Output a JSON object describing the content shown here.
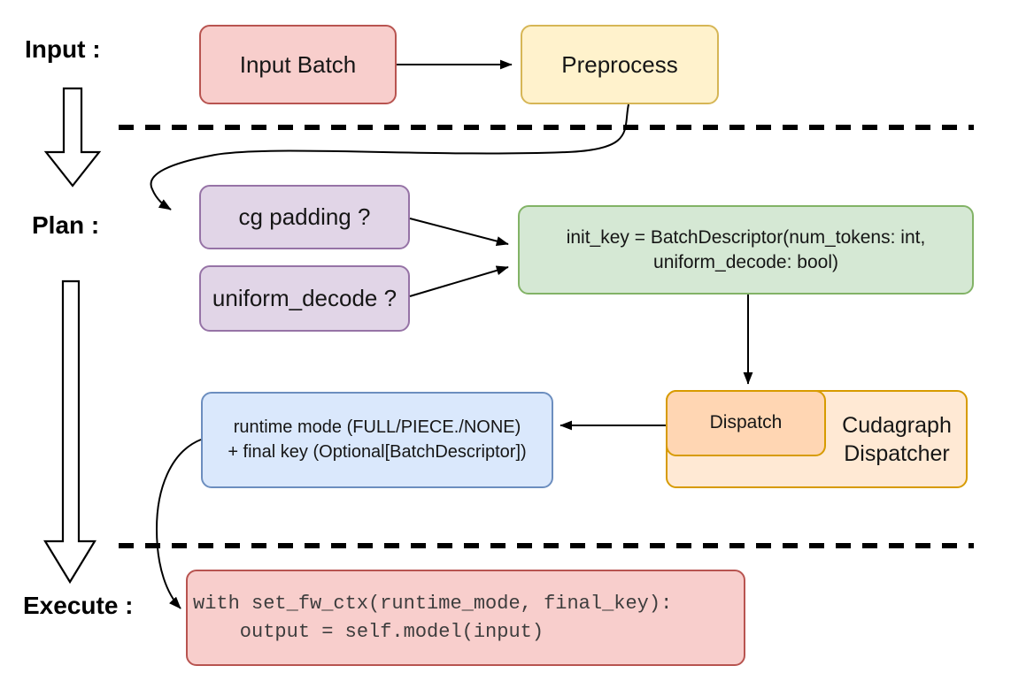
{
  "stage_labels": {
    "input": "Input :",
    "plan": "Plan :",
    "execute": "Execute :"
  },
  "nodes": {
    "input_batch": {
      "label": "Input Batch",
      "fill": "#f8cecc",
      "stroke": "#b85450"
    },
    "preprocess": {
      "label": "Preprocess",
      "fill": "#fff2cc",
      "stroke": "#d6b656"
    },
    "cg_padding": {
      "label": "cg padding ?",
      "fill": "#e1d5e7",
      "stroke": "#9673a6"
    },
    "uniform_decode": {
      "label": "uniform_decode ?",
      "fill": "#e1d5e7",
      "stroke": "#9673a6"
    },
    "init_key": {
      "line1": "init_key = BatchDescriptor(num_tokens: int,",
      "line2": "uniform_decode: bool)",
      "fill": "#d5e8d4",
      "stroke": "#82b366"
    },
    "dispatch": {
      "label": "Dispatch",
      "fill": "#ffd6b3",
      "stroke": "#d79b00"
    },
    "cudagraph_dispatcher": {
      "line1": "Cudagraph",
      "line2": "Dispatcher",
      "fill": "#ffe9d4",
      "stroke": "#d79b00"
    },
    "runtime_result": {
      "line1": "runtime mode (FULL/PIECE./NONE)",
      "line2": "+ final key (Optional[BatchDescriptor])",
      "fill": "#dae8fc",
      "stroke": "#6c8ebf"
    },
    "execute_code": {
      "line1": "with set_fw_ctx(runtime_mode, final_key):",
      "line2": "    output = self.model(input)",
      "fill": "#f8cecc",
      "stroke": "#b85450"
    }
  }
}
